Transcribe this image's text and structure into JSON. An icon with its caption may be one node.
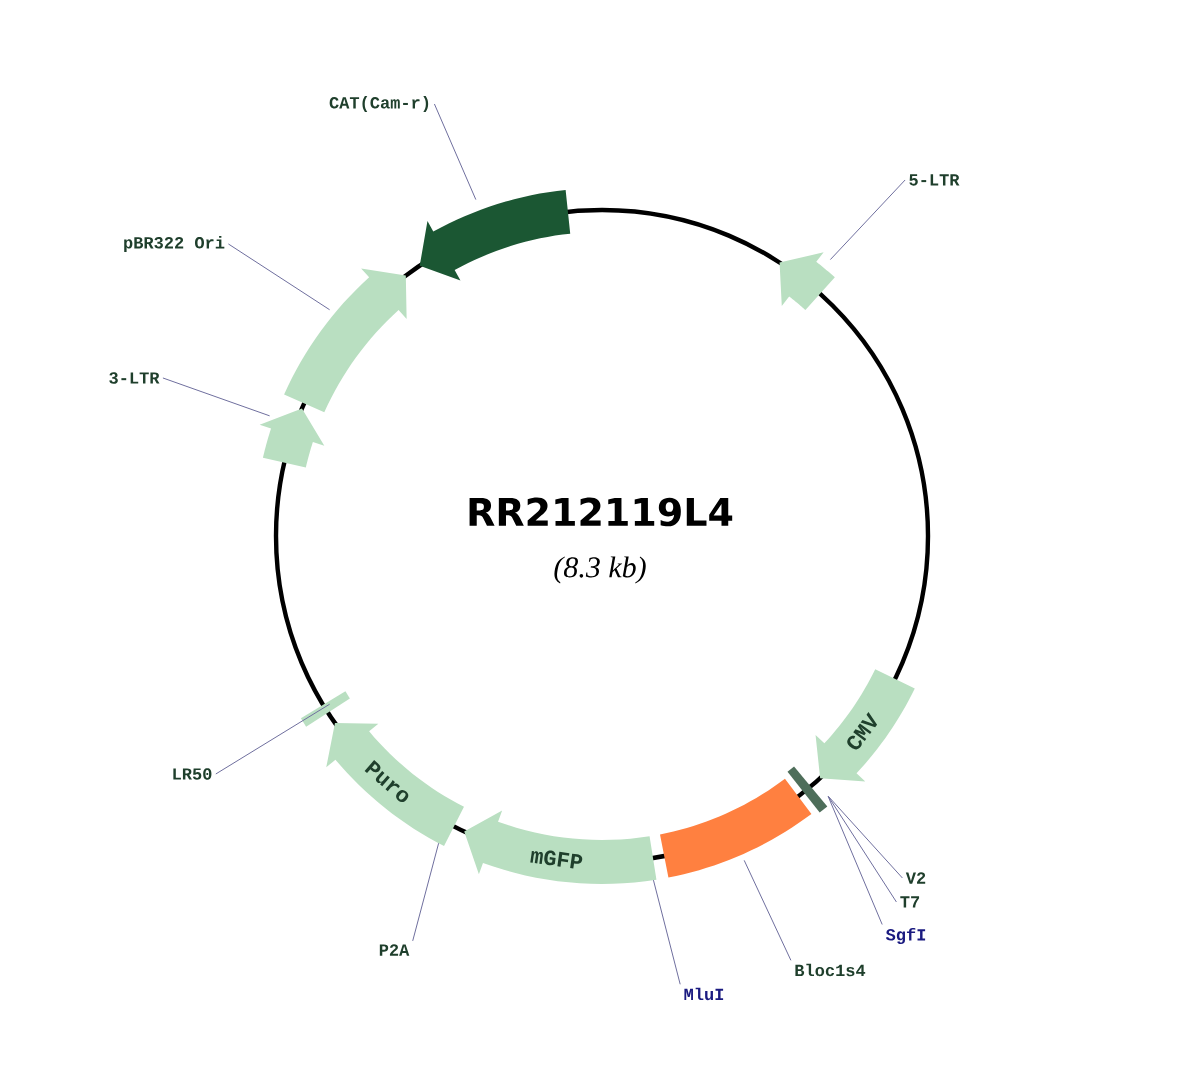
{
  "diagram": {
    "title": "RR212119L4",
    "nodes": [
      {
        "text": [
          "CAT(Cam-r)"
        ]
      },
      {
        "text": [],
        "shape": "arrow"
      },
      {
        "text": [
          "5-LTR"
        ]
      },
      {
        "text": [],
        "shape": "arrow"
      },
      {
        "text": [
          "pBR322 Ori"
        ]
      },
      {
        "text": [],
        "shape": "arrow"
      },
      {
        "text": [
          "3-LTR"
        ]
      },
      {
        "text": [],
        "shape": "arrow"
      },
      {
        "text": [
          "CMV"
        ]
      },
      {
        "text": [
          "V2"
        ]
      },
      {
        "text": [
          "T7"
        ]
      },
      {
        "text": [],
        "shape": "bar"
      },
      {
        "text": [
          "SgfI"
        ]
      },
      {
        "text": [
          "Bloc1s4"
        ]
      },
      {
        "text": [],
        "shape": "box"
      },
      {
        "text": [
          "MluI"
        ]
      },
      {
        "text": [
          "mGFP"
        ]
      },
      {
        "text": [
          "Puro"
        ]
      },
      {
        "text": [
          "P2A"
        ]
      },
      {
        "text": [
          "LR50"
        ]
      },
      {
        "text": [],
        "shape": "bar"
      }
    ],
    "edges": [
      {
        "from": 0,
        "to": 1,
        "arrow": "none"
      },
      {
        "from": 2,
        "to": 3,
        "arrow": "none"
      },
      {
        "from": 4,
        "to": 5,
        "arrow": "none"
      },
      {
        "from": 6,
        "to": 7,
        "arrow": "none"
      },
      {
        "from": 9,
        "to": 11,
        "arrow": "none"
      },
      {
        "from": 10,
        "to": 11,
        "arrow": "none"
      },
      {
        "from": 12,
        "to": 11,
        "arrow": "none"
      },
      {
        "from": 13,
        "to": 14,
        "arrow": "none"
      },
      {
        "from": 15,
        "to": 16,
        "arrow": "none"
      },
      {
        "from": 18,
        "to": 17,
        "arrow": "none"
      },
      {
        "from": 19,
        "to": 20,
        "arrow": "none"
      }
    ],
    "labels": [
      "(8.3 kb)"
    ]
  }
}
